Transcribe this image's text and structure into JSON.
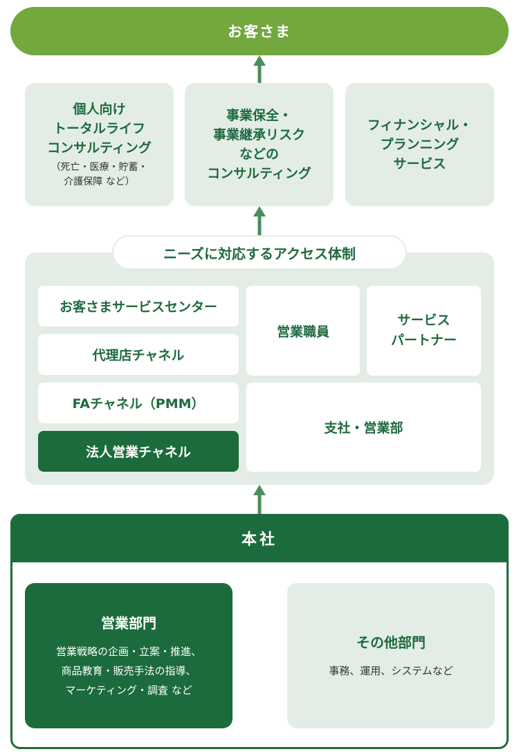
{
  "customer": {
    "label": "お客さま"
  },
  "services": [
    {
      "lines": [
        "個人向け",
        "トータルライフ",
        "コンサルティング"
      ],
      "note": [
        "（死亡・医療・貯蓄・",
        "介護保障 など）"
      ]
    },
    {
      "lines": [
        "事業保全・",
        "事業継承リスク",
        "などの",
        "コンサルティング"
      ]
    },
    {
      "lines": [
        "フィナンシャル・",
        "プランニング",
        "サービス"
      ]
    }
  ],
  "access": {
    "title": "ニーズに対応するアクセス体制",
    "customer_center": "お客さまサービスセンター",
    "agency": "代理店チャネル",
    "fa": "FAチャネル（PMM）",
    "corporate": "法人営業チャネル",
    "sales_staff": "営業職員",
    "service_partner": [
      "サービス",
      "パートナー"
    ],
    "branch": "支社・営業部"
  },
  "headquarters": {
    "title": "本社",
    "sales": {
      "title": "営業部門",
      "lines": [
        "営業戦略の企画・立案・推進、",
        "商品教育・販売手法の指導、",
        "マーケティング・調査 など"
      ]
    },
    "other": {
      "title": "その他部門",
      "lines": [
        "事務、運用、システムなど"
      ]
    }
  },
  "colors": {
    "accent_green": "#72a83e",
    "dark_green": "#1b6b3c",
    "light_green": "#e3ede6",
    "arrow": "#4a8e5a"
  }
}
